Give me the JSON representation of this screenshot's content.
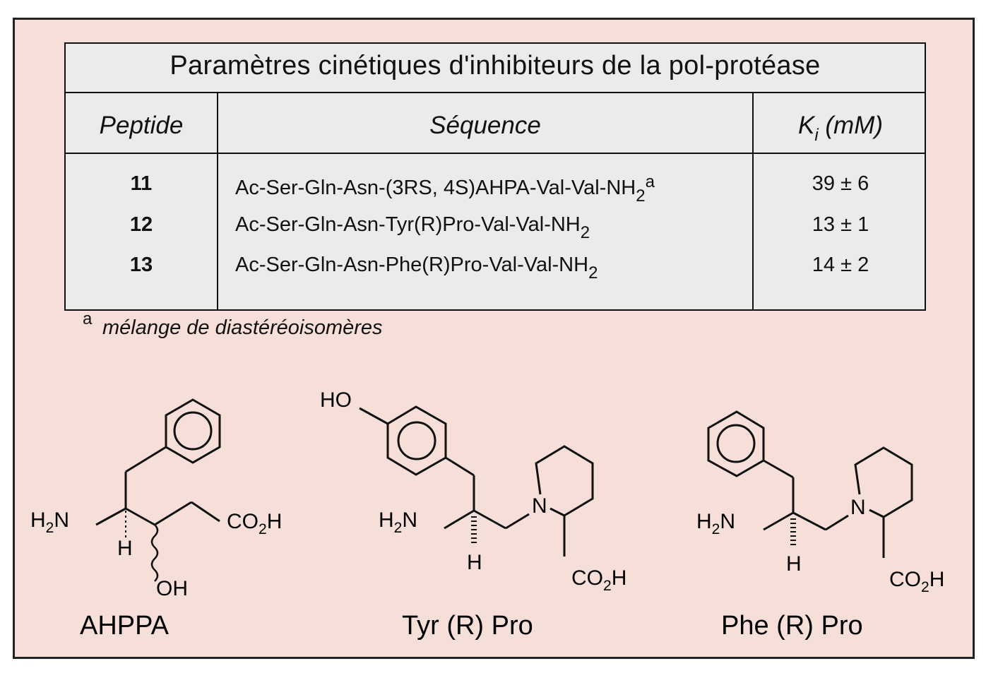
{
  "table": {
    "title": "Paramètres cinétiques d'inhibiteurs de la pol-protéase",
    "headers": {
      "peptide": "Peptide",
      "sequence": "Séquence",
      "ki_main": "K",
      "ki_sub": "i",
      "ki_unit": " (mM)"
    },
    "rows": [
      {
        "peptide": "11",
        "sequence": "Ac-Ser-Gln-Asn-(3RS, 4S)AHPA-Val-Val-NH",
        "sub": "2",
        "sup": "a",
        "ki": "39 ± 6"
      },
      {
        "peptide": "12",
        "sequence": "Ac-Ser-Gln-Asn-Tyr(R)Pro-Val-Val-NH",
        "sub": "2",
        "sup": "",
        "ki": "13 ± 1"
      },
      {
        "peptide": "13",
        "sequence": "Ac-Ser-Gln-Asn-Phe(R)Pro-Val-Val-NH",
        "sub": "2",
        "sup": "",
        "ki": "14 ± 2"
      }
    ]
  },
  "footnote": {
    "mark": "a",
    "text": "mélange de diastéréoisomères"
  },
  "structures": [
    {
      "name": "AHPPA",
      "labels": {
        "amine": "H",
        "amine_sub": "2",
        "amine_tail": "N",
        "h": "H",
        "oh": "OH",
        "acid": "CO",
        "acid_sub": "2",
        "acid_tail": "H"
      }
    },
    {
      "name": "Tyr (R) Pro",
      "labels": {
        "hydroxy": "HO",
        "amine": "H",
        "amine_sub": "2",
        "amine_tail": "N",
        "h": "H",
        "n": "N",
        "acid": "CO",
        "acid_sub": "2",
        "acid_tail": "H"
      }
    },
    {
      "name": "Phe (R) Pro",
      "labels": {
        "amine": "H",
        "amine_sub": "2",
        "amine_tail": "N",
        "h": "H",
        "n": "N",
        "acid": "CO",
        "acid_sub": "2",
        "acid_tail": "H"
      }
    }
  ]
}
